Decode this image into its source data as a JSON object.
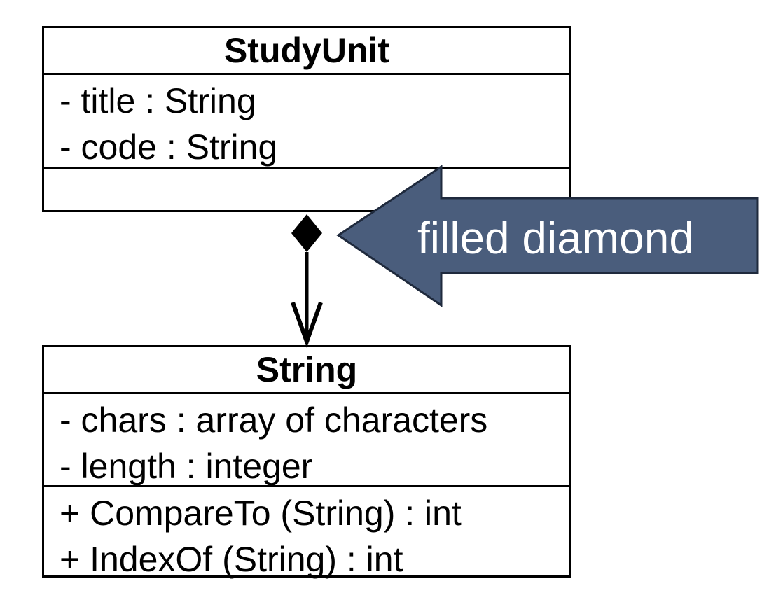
{
  "diagram": {
    "classes": [
      {
        "id": "studyunit",
        "name": "StudyUnit",
        "attributes": [
          "- title : String",
          "- code : String"
        ],
        "operations": []
      },
      {
        "id": "string",
        "name": "String",
        "attributes": [
          "- chars : array of characters",
          "- length : integer"
        ],
        "operations": [
          "+ CompareTo (String) : int",
          "+ IndexOf (String) : int"
        ]
      }
    ],
    "relationship": {
      "type": "composition",
      "from": "StudyUnit",
      "to": "String"
    },
    "callout": {
      "text": "filled diamond",
      "fill_color": "#4a5d7c",
      "border_color": "#1f2a3d",
      "text_color": "#ffffff"
    }
  }
}
